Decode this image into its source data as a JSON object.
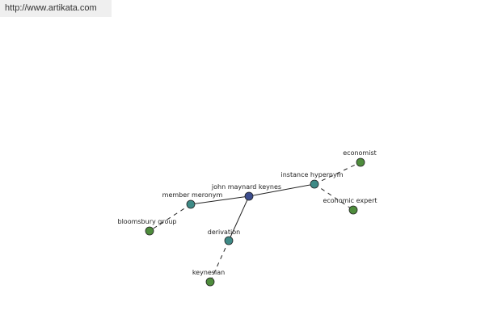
{
  "banner": {
    "url": "http://www.artikata.com"
  },
  "graph": {
    "colors": {
      "center": "#3c4d8e",
      "relation": "#3e8a86",
      "leaf": "#4e8c3c",
      "stroke": "#222222"
    },
    "nodes": [
      {
        "id": "john-maynard-keynes",
        "label": "john maynard keynes",
        "kind": "center"
      },
      {
        "id": "member-meronym",
        "label": "member meronym",
        "kind": "relation"
      },
      {
        "id": "instance-hypernym",
        "label": "instance hypernym",
        "kind": "relation"
      },
      {
        "id": "derivation",
        "label": "derivation",
        "kind": "relation"
      },
      {
        "id": "economist",
        "label": "economist",
        "kind": "leaf"
      },
      {
        "id": "economic-expert",
        "label": "economic expert",
        "kind": "leaf"
      },
      {
        "id": "bloomsbury-group",
        "label": "bloomsbury group",
        "kind": "leaf"
      },
      {
        "id": "keynesian",
        "label": "keynesian",
        "kind": "leaf"
      }
    ],
    "edges": [
      {
        "from": "john-maynard-keynes",
        "to": "member-meronym",
        "style": "solid"
      },
      {
        "from": "john-maynard-keynes",
        "to": "instance-hypernym",
        "style": "solid"
      },
      {
        "from": "john-maynard-keynes",
        "to": "derivation",
        "style": "solid"
      },
      {
        "from": "instance-hypernym",
        "to": "economist",
        "style": "dashed"
      },
      {
        "from": "instance-hypernym",
        "to": "economic-expert",
        "style": "dashed"
      },
      {
        "from": "member-meronym",
        "to": "bloomsbury-group",
        "style": "dashed"
      },
      {
        "from": "derivation",
        "to": "keynesian",
        "style": "dashed"
      }
    ]
  }
}
